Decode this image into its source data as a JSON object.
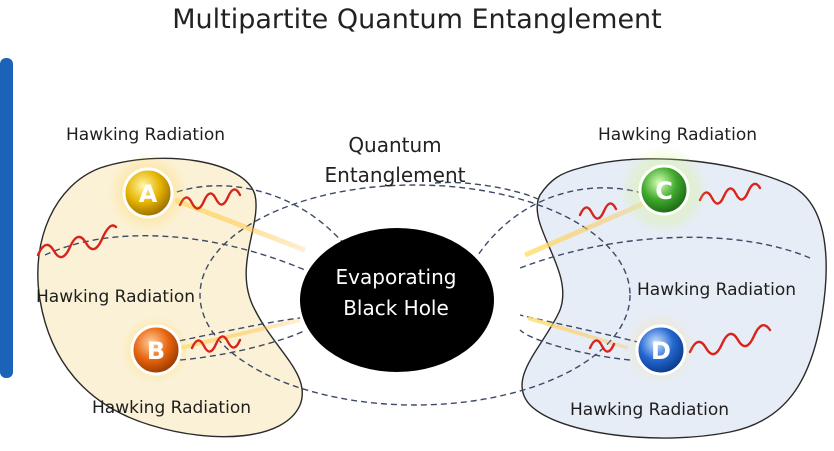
{
  "title": "Multipartite Quantum Entanglement",
  "center": {
    "line1": "Evaporating",
    "line2": "Black Hole"
  },
  "entanglement": {
    "line1": "Quantum",
    "line2": "Entanglement"
  },
  "qubits": [
    {
      "id": "A",
      "color": "#e0a800",
      "label_top": "Hawking Radiation",
      "label_bottom": "Hawking Radiation"
    },
    {
      "id": "B",
      "color": "#e06510",
      "label_bottom": "Hawking Radiation"
    },
    {
      "id": "C",
      "color": "#3aa12e",
      "label_top": "Hawking Radiation",
      "label_bottom": "Hawking Radiation"
    },
    {
      "id": "D",
      "color": "#1f62c8",
      "label_bottom": "Hawking Radiation"
    }
  ],
  "colors": {
    "left_region": "#fbf1d6",
    "right_region": "#e7edf6",
    "side_bar": "#1a63b8",
    "wave": "#d8241c"
  }
}
